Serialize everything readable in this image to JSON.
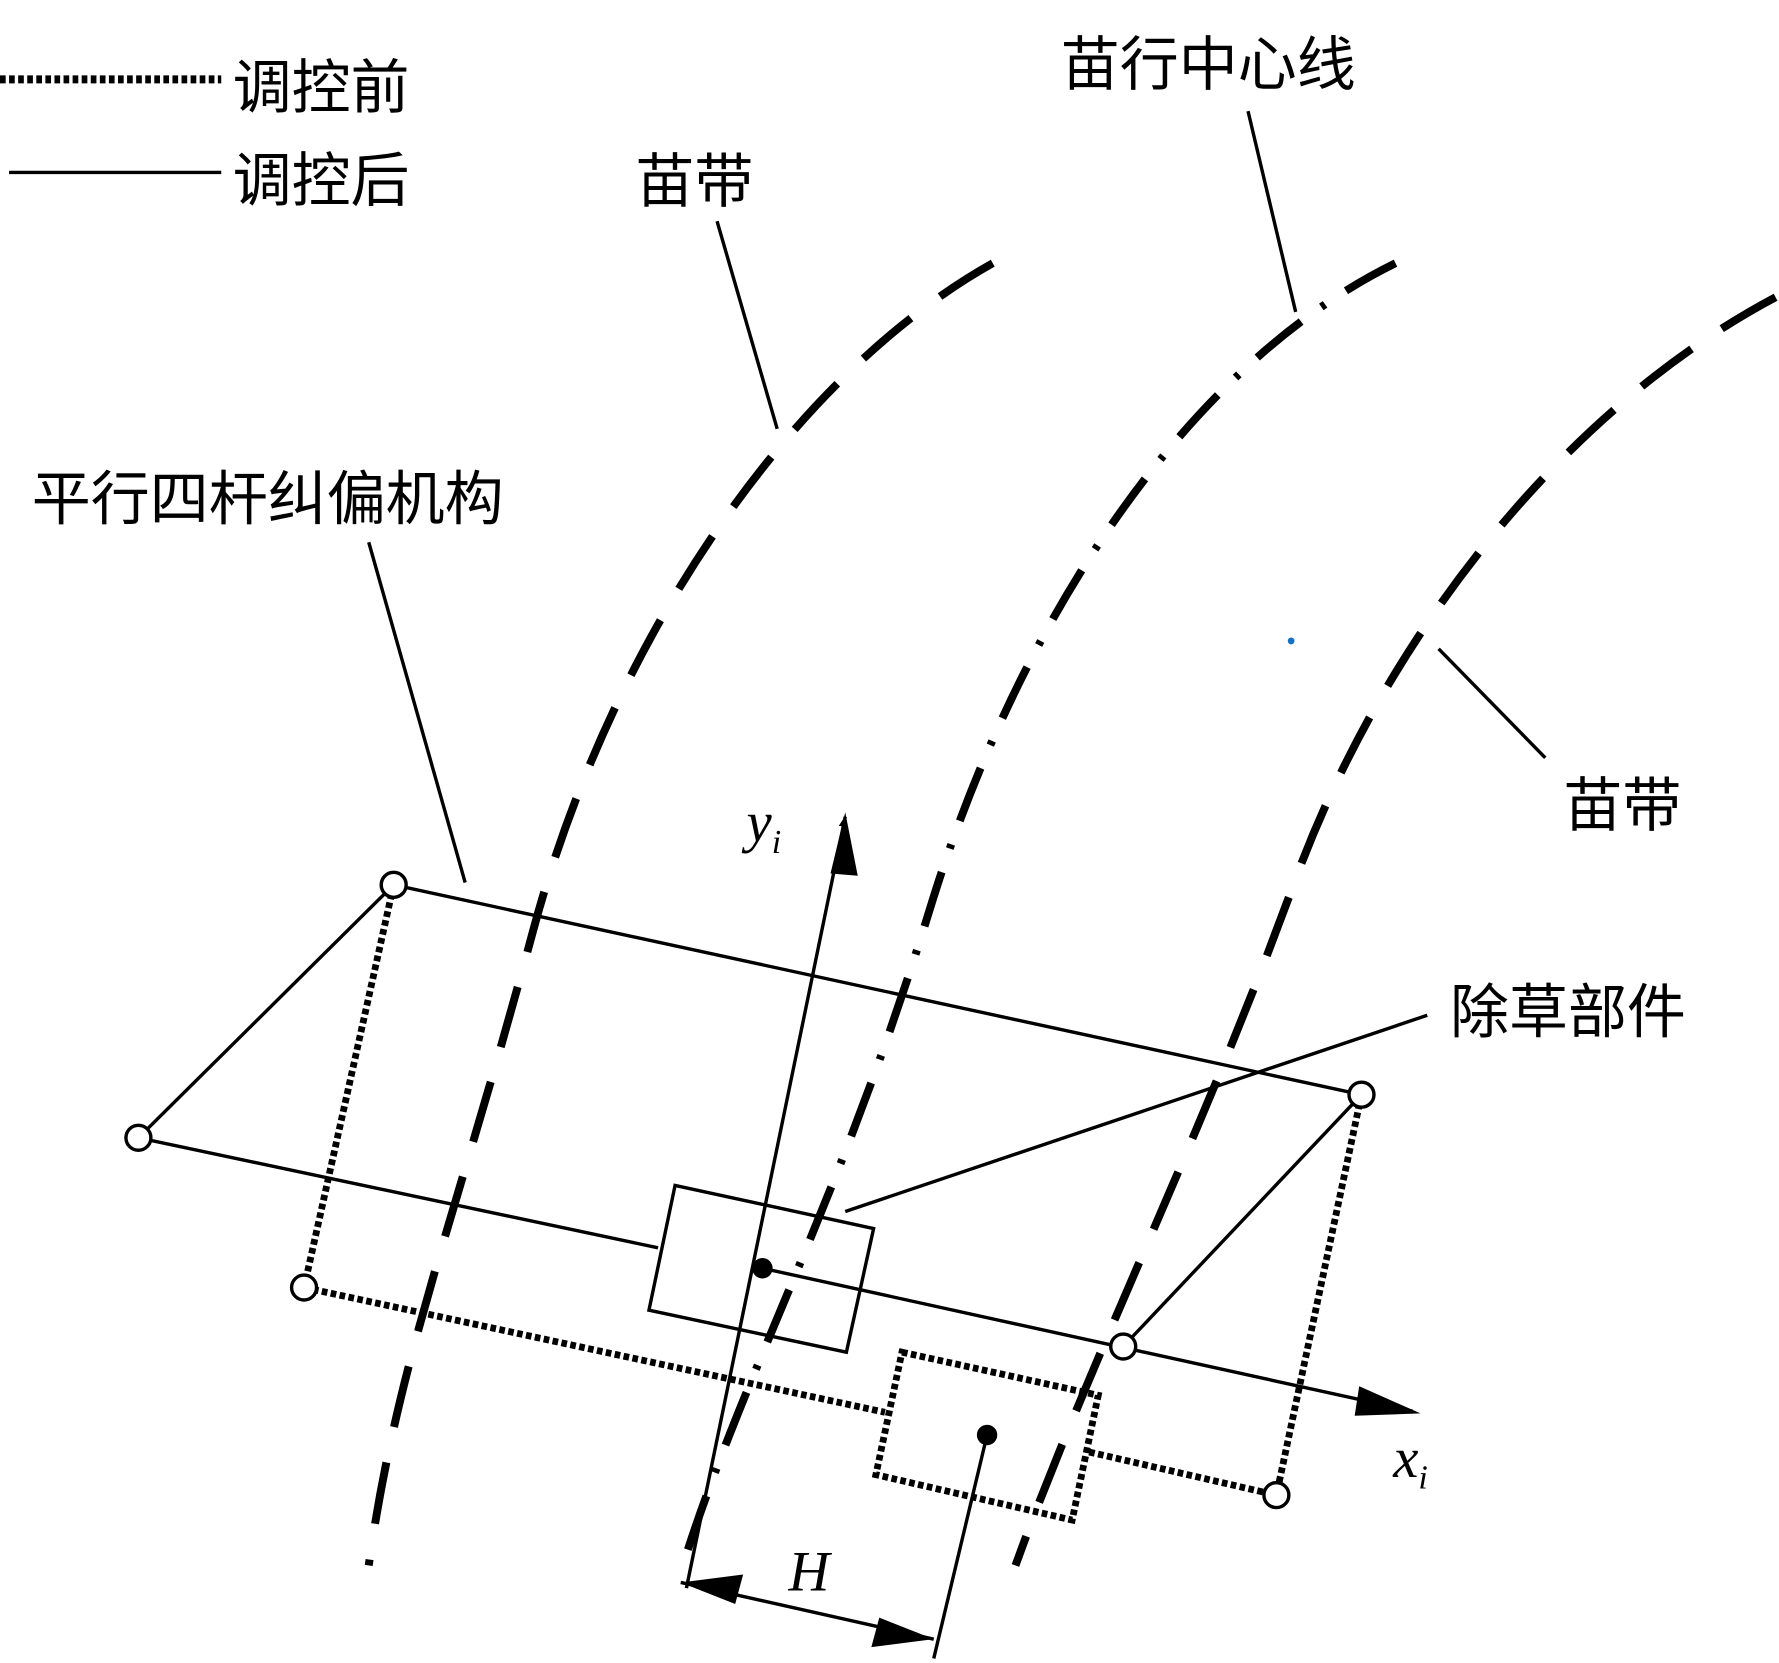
{
  "legend": {
    "before_label": "调控前",
    "after_label": "调控后"
  },
  "labels": {
    "seedling_band_left": "苗带",
    "seedling_row_centerline": "苗行中心线",
    "parallel_four_bar_mechanism": "平行四杆纠偏机构",
    "seedling_band_right": "苗带",
    "weeding_component": "除草部件"
  },
  "axes": {
    "x_label": "x",
    "x_sub": "i",
    "y_label": "y",
    "y_sub": "i"
  },
  "dimension": {
    "offset_label": "H"
  },
  "colors": {
    "stroke": "#000000",
    "marker_dot": "#1a6fc0"
  }
}
